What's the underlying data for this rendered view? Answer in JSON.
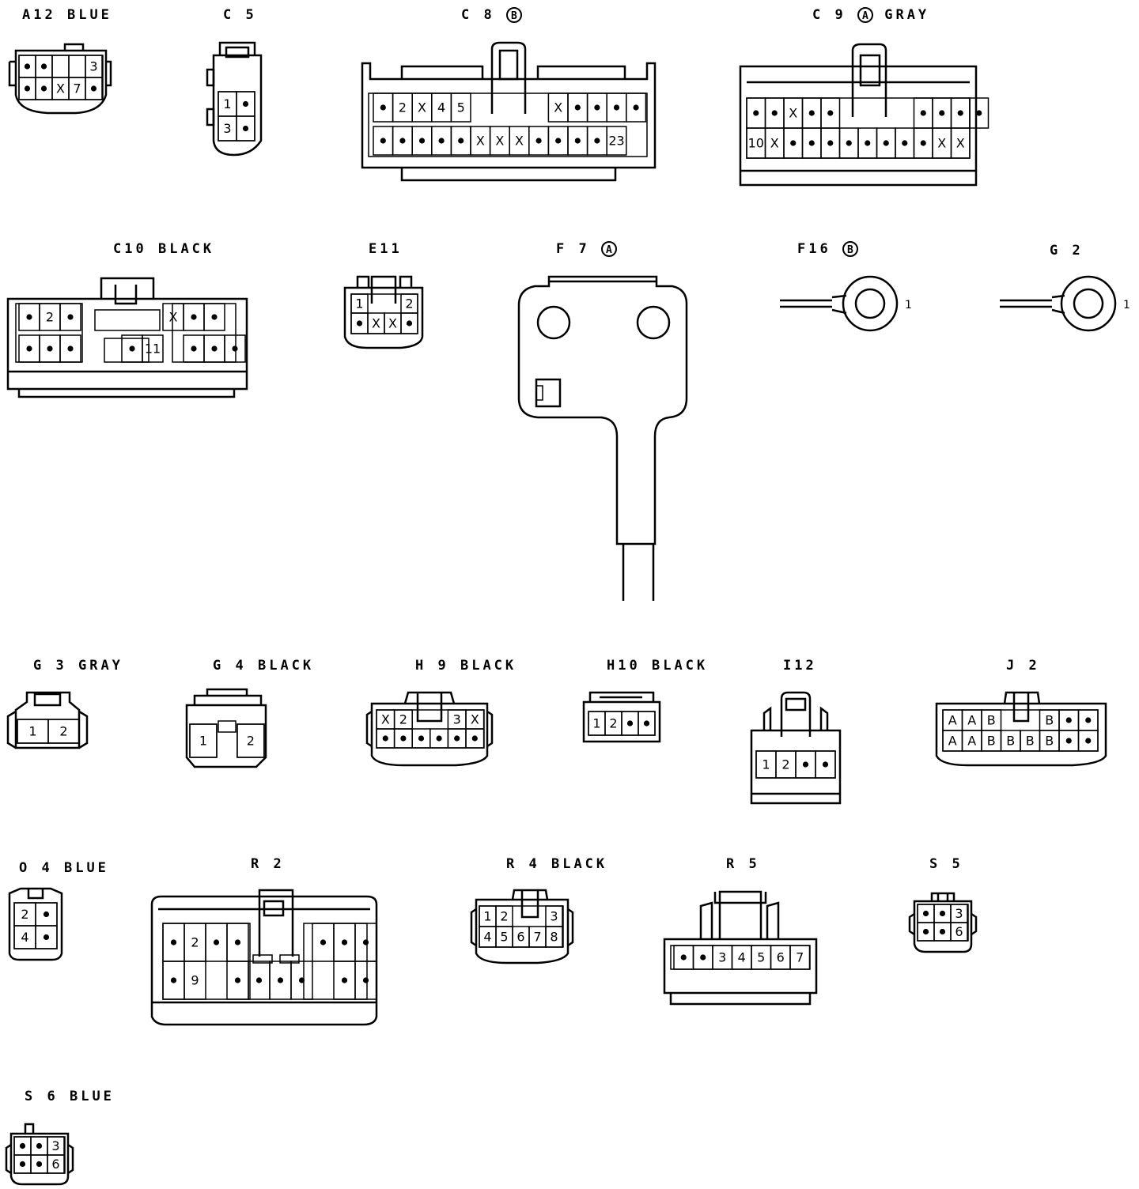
{
  "labels": {
    "a12": {
      "id": "A12",
      "color": "BLUE"
    },
    "c5": {
      "id": "C 5"
    },
    "c8": {
      "id": "C 8",
      "circle": "B"
    },
    "c9": {
      "id": "C 9",
      "circle": "A",
      "color": "GRAY"
    },
    "c10": {
      "id": "C10",
      "color": "BLACK"
    },
    "e11": {
      "id": "E11"
    },
    "f7": {
      "id": "F 7",
      "circle": "A"
    },
    "f16": {
      "id": "F16",
      "circle": "B"
    },
    "g2": {
      "id": "G 2"
    },
    "g3": {
      "id": "G 3",
      "color": "GRAY"
    },
    "g4": {
      "id": "G 4",
      "color": "BLACK"
    },
    "h9": {
      "id": "H 9",
      "color": "BLACK"
    },
    "h10": {
      "id": "H10",
      "color": "BLACK"
    },
    "i12": {
      "id": "I12"
    },
    "j2": {
      "id": "J 2"
    },
    "o4": {
      "id": "O 4",
      "color": "BLUE"
    },
    "r2": {
      "id": "R 2"
    },
    "r4": {
      "id": "R 4",
      "color": "BLACK"
    },
    "r5": {
      "id": "R 5"
    },
    "s5": {
      "id": "S 5"
    },
    "s6": {
      "id": "S 6",
      "color": "BLUE"
    }
  },
  "connectors": {
    "a12": {
      "rows": [
        [
          ".",
          ".",
          "",
          "",
          "3"
        ],
        [
          ".",
          ".",
          "X",
          "7",
          "."
        ]
      ]
    },
    "c5": {
      "rows": [
        [
          "1",
          "."
        ],
        [
          "3",
          "."
        ]
      ]
    },
    "c8": {
      "rows": [
        [
          ".",
          "2",
          "X",
          "4",
          "5",
          "",
          "",
          "",
          "",
          "X",
          ".",
          ".",
          ".",
          "."
        ],
        [
          ".",
          ".",
          ".",
          ".",
          ".",
          "X",
          "X",
          "X",
          ".",
          ".",
          ".",
          ".",
          "23"
        ]
      ]
    },
    "c9": {
      "rows": [
        [
          ".",
          ".",
          "X",
          ".",
          ".",
          "",
          "",
          "",
          "",
          ".",
          ".",
          ".",
          "."
        ],
        [
          "10",
          "X",
          ".",
          ".",
          ".",
          ".",
          ".",
          ".",
          ".",
          ".",
          "X",
          "X"
        ]
      ]
    },
    "c10": {
      "rows": [
        [
          ".",
          "2",
          ".",
          "X",
          ".",
          "."
        ],
        [
          ".",
          ".",
          ".",
          ".",
          "11",
          ".",
          ".",
          "."
        ]
      ]
    },
    "e11": {
      "rows": [
        [
          "1",
          "2"
        ],
        [
          ".",
          "X",
          "X",
          "."
        ]
      ]
    },
    "f16": {
      "pin": "1"
    },
    "g2": {
      "pin": "1"
    },
    "g3": {
      "rows": [
        [
          "1",
          "2"
        ]
      ]
    },
    "g4": {
      "rows": [
        [
          "1",
          "2"
        ]
      ]
    },
    "h9": {
      "rows": [
        [
          "X",
          "2",
          "3",
          "X"
        ],
        [
          ".",
          ".",
          ".",
          ".",
          ".",
          "."
        ]
      ]
    },
    "h10": {
      "rows": [
        [
          "1",
          "2",
          ".",
          "."
        ]
      ]
    },
    "i12": {
      "rows": [
        [
          "1",
          "2",
          ".",
          "."
        ]
      ]
    },
    "j2": {
      "rows": [
        [
          "A",
          "A",
          "B",
          "B",
          ".",
          "."
        ],
        [
          "A",
          "A",
          "B",
          "B",
          "B",
          "B",
          ".",
          "."
        ]
      ]
    },
    "o4": {
      "rows": [
        [
          "2",
          "."
        ],
        [
          "4",
          "."
        ]
      ]
    },
    "r2": {
      "rows": [
        [
          ".",
          "2",
          ".",
          ".",
          ".",
          ".",
          "."
        ],
        [
          ".",
          "9",
          ".",
          ".",
          ".",
          ".",
          ".",
          "."
        ]
      ]
    },
    "r4": {
      "rows": [
        [
          "1",
          "2",
          "3"
        ],
        [
          "4",
          "5",
          "6",
          "7",
          "8"
        ]
      ]
    },
    "r5": {
      "rows": [
        [
          ".",
          ".",
          "3",
          "4",
          "5",
          "6",
          "7"
        ]
      ]
    },
    "s5": {
      "rows": [
        [
          ".",
          ".",
          "3"
        ],
        [
          ".",
          ".",
          "6"
        ]
      ]
    },
    "s6": {
      "rows": [
        [
          ".",
          ".",
          "3"
        ],
        [
          ".",
          ".",
          "6"
        ]
      ]
    }
  }
}
